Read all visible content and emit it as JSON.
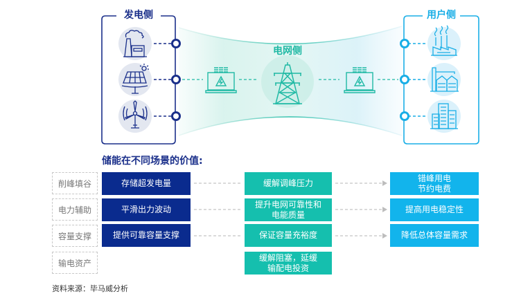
{
  "diagram": {
    "generation_side": {
      "title": "发电侧",
      "items": [
        "thermal-power-plant",
        "solar-panel",
        "wind-turbine"
      ],
      "color": "#1a2f8a"
    },
    "grid_side": {
      "title": "电网侧",
      "items": [
        "transformer",
        "transmission-tower",
        "transformer"
      ],
      "color": "#1fb9a4"
    },
    "user_side": {
      "title": "用户侧",
      "items": [
        "industrial-factory",
        "industrial-plant",
        "commercial-building"
      ],
      "color": "#19aee6"
    }
  },
  "values_section": {
    "title": "储能在不同场景的价值:",
    "rows": [
      {
        "label": "削峰填谷",
        "generation": "存储超发电量",
        "grid": "缓解调峰压力",
        "user": "错峰用电\n节约电费"
      },
      {
        "label": "电力辅助",
        "generation": "平滑出力波动",
        "grid": "提升电网可靠性和\n电能质量",
        "user": "提高用电稳定性"
      },
      {
        "label": "容量支撑",
        "generation": "提供可靠容量支撑",
        "grid": "保证容量充裕度",
        "user": "降低总体容量需求"
      },
      {
        "label": "输电资产",
        "generation": "",
        "grid": "缓解阻塞，延缓\n输配电投资",
        "user": ""
      }
    ],
    "colors": {
      "generation": "#0a2b8e",
      "grid": "#15bfae",
      "user": "#12b4ec"
    }
  },
  "source": "资料来源：毕马威分析"
}
